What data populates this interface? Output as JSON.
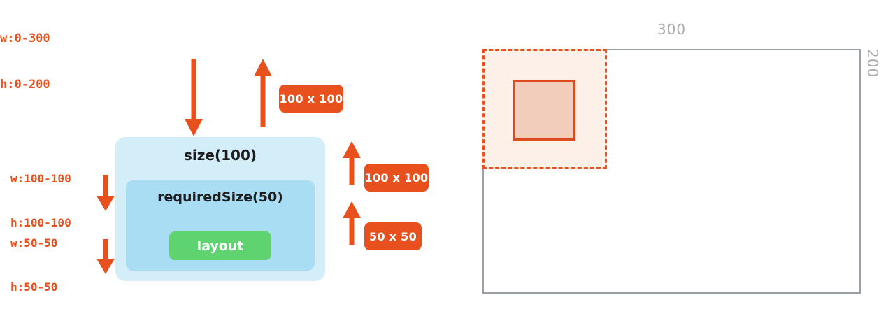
{
  "colors": {
    "orange": "#E8501E",
    "orange_border": "#DC4B1F",
    "outer_box_blue": "#D3EDF9",
    "inner_box_blue": "#A9DDF3",
    "green": "#5ED36F",
    "gray_border": "#9AA0A6",
    "gray_text": "#ABABAB",
    "dashed_square_fill": "#FCF0E8",
    "solid_square_fill": "#F3CDBB"
  },
  "left_diagram": {
    "incoming_constraints": {
      "line1": "w:0-300",
      "line2": "h:0-200"
    },
    "size_constraints": {
      "line1": "w:100-100",
      "line2": "h:100-100"
    },
    "required_constraints": {
      "line1": "w:50-50",
      "line2": "h:50-50"
    },
    "badge_top": "100 x 100",
    "badge_middle": "100 x 100",
    "badge_bottom": "50 x 50",
    "size_label": "size(100)",
    "required_size_label": "requiredSize(50)",
    "layout_label": "layout"
  },
  "right_figure": {
    "width_label": "300",
    "height_label": "200"
  }
}
